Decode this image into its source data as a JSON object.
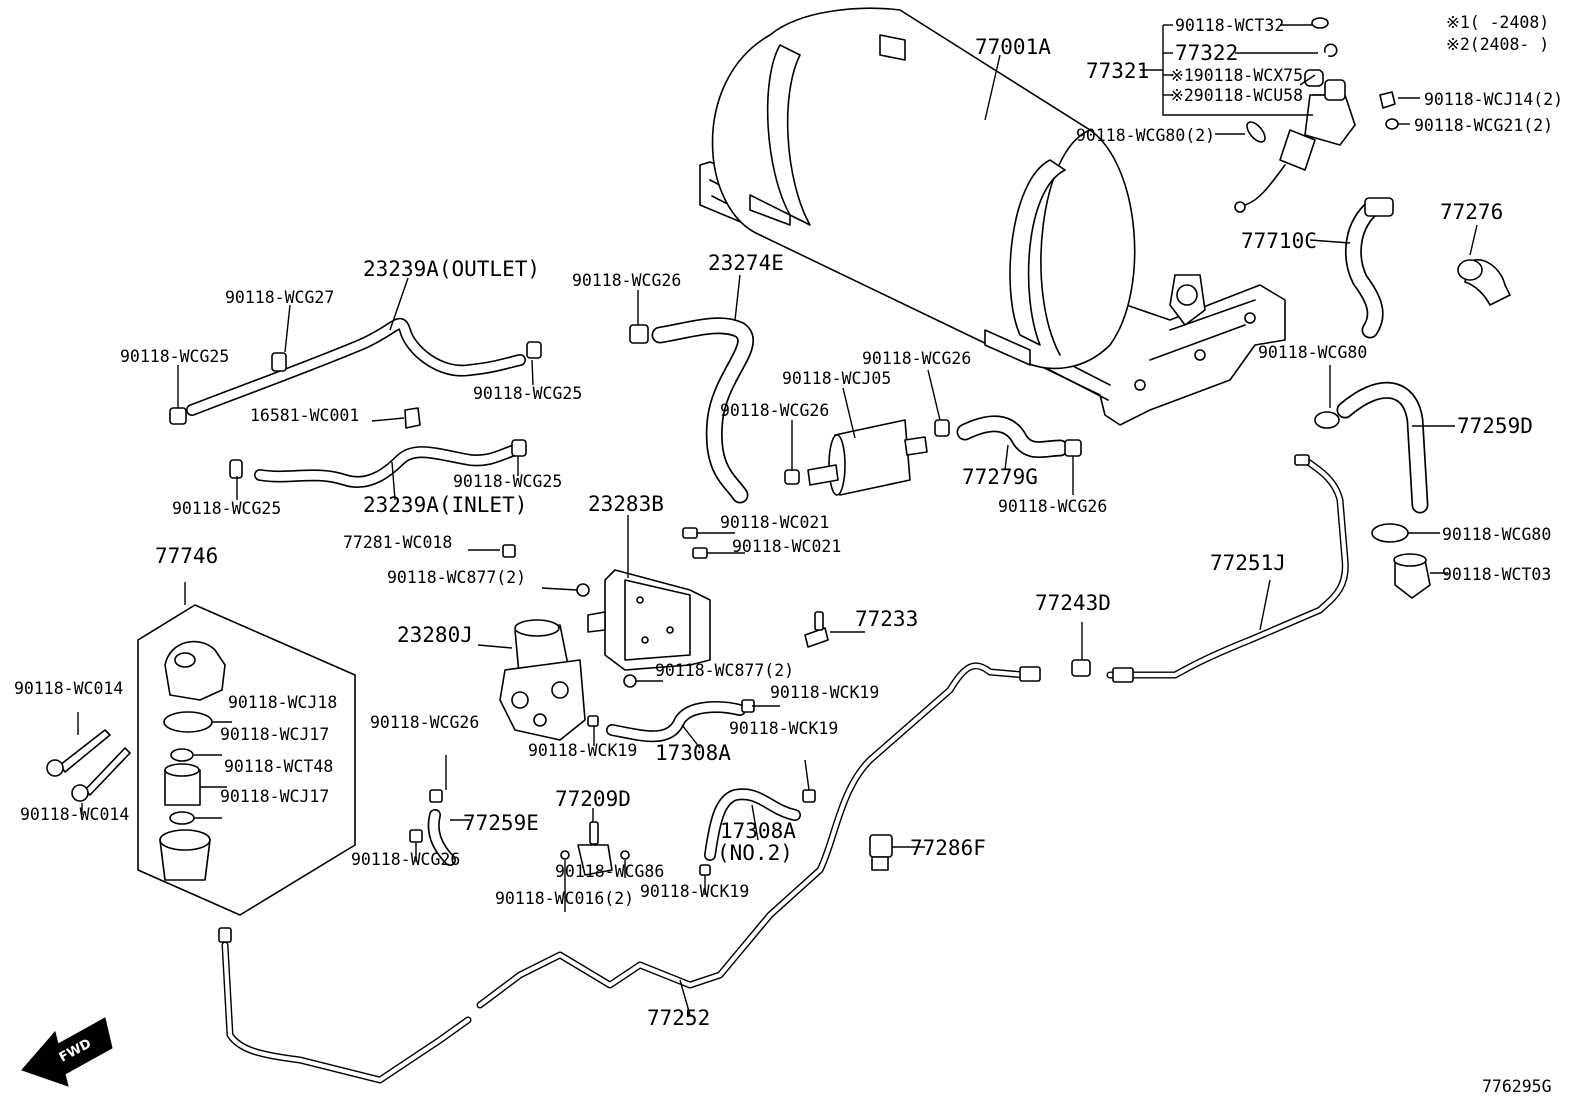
{
  "diagram_id": "776295G",
  "legend": {
    "note1": "※1(    -2408)",
    "note2": "※2(2408-    )"
  },
  "fwd_label": "FWD",
  "labels": {
    "tank": "77001A",
    "sender_unit": "77321",
    "sender_wct32": "90118-WCT32",
    "sender_77322": "77322",
    "sender_wcx75": "※190118-WCX75",
    "sender_wcu58": "※290118-WCU58",
    "wcj14": "90118-WCJ14(2)",
    "wcg21": "90118-WCG21(2)",
    "wcg80_2": "90118-WCG80(2)",
    "hose_77710c": "77710C",
    "cap_77276": "77276",
    "outlet_hose": "23239A(OUTLET)",
    "wcg27": "90118-WCG27",
    "wcg25_a": "90118-WCG25",
    "wcg25_b": "90118-WCG25",
    "wcg25_c": "90118-WCG25",
    "wcg25_d": "90118-WCG25",
    "wc001": "16581-WC001",
    "inlet_hose": "23239A(INLET)",
    "hose_23274e": "23274E",
    "wcg26_a": "90118-WCG26",
    "wcg26_b": "90118-WCG26",
    "wcg26_c": "90118-WCG26",
    "wcg26_d": "90118-WCG26",
    "wcj05": "90118-WCJ05",
    "hose_77279g": "77279G",
    "wcg80_a": "90118-WCG80",
    "hose_77259d": "77259D",
    "wcg80_b": "90118-WCG80",
    "wct03": "90118-WCT03",
    "bracket_23283b": "23283B",
    "wc021_a": "90118-WC021",
    "wc021_b": "90118-WC021",
    "wc018": "77281-WC018",
    "wc877_a": "90118-WC877(2)",
    "wc877_b": "90118-WC877(2)",
    "valve_23280j": "23280J",
    "part_77233": "77233",
    "part_77243d": "77243D",
    "pipe_77251j": "77251J",
    "filter_77746": "77746",
    "wc014_a": "90118-WC014",
    "wc014_b": "90118-WC014",
    "wcj18": "90118-WCJ18",
    "wcj17_a": "90118-WCJ17",
    "wct48": "90118-WCT48",
    "wcj17_b": "90118-WCJ17",
    "wck19_a": "90118-WCK19",
    "wck19_b": "90118-WCK19",
    "wck19_c": "90118-WCK19",
    "wck19_d": "90118-WCK19",
    "hose_17308a": "17308A",
    "hose_17308a_no2": "17308A",
    "no2": "(NO.2)",
    "sensor_77209d": "77209D",
    "wcg86": "90118-WCG86",
    "wc016": "90118-WC016(2)",
    "hose_77259e": "77259E",
    "wcg26_e": "90118-WCG26",
    "wcg26_f": "90118-WCG26",
    "part_77286f": "77286F",
    "pipe_77252": "77252"
  }
}
